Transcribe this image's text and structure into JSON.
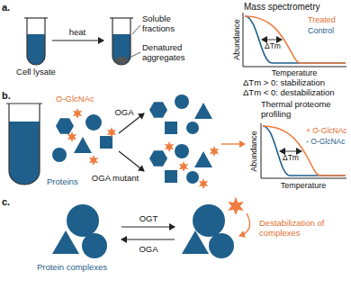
{
  "diagram": {
    "labels": [
      "a.",
      "Soluble fractions",
      "Mass spectrometry",
      "heat",
      "Cell lysate",
      "Denatured aggregates",
      "Abundance",
      "ΔTm",
      "Treated",
      "Control",
      "Temperature",
      "ΔTm > 0: stabilization",
      "ΔTm < 0: destabilization",
      "b.",
      "O-GlcNAc",
      "OGA",
      "OGA mutant",
      "Proteins",
      "Thermal proteome profiling",
      "Abundance",
      "ΔTm",
      "+ O-GlcNAc",
      "- O-GlcNAc",
      "Temperature",
      "c.",
      "OGT",
      "OGA",
      "Protein complexes",
      "Destabilization of complexes"
    ]
  }
}
